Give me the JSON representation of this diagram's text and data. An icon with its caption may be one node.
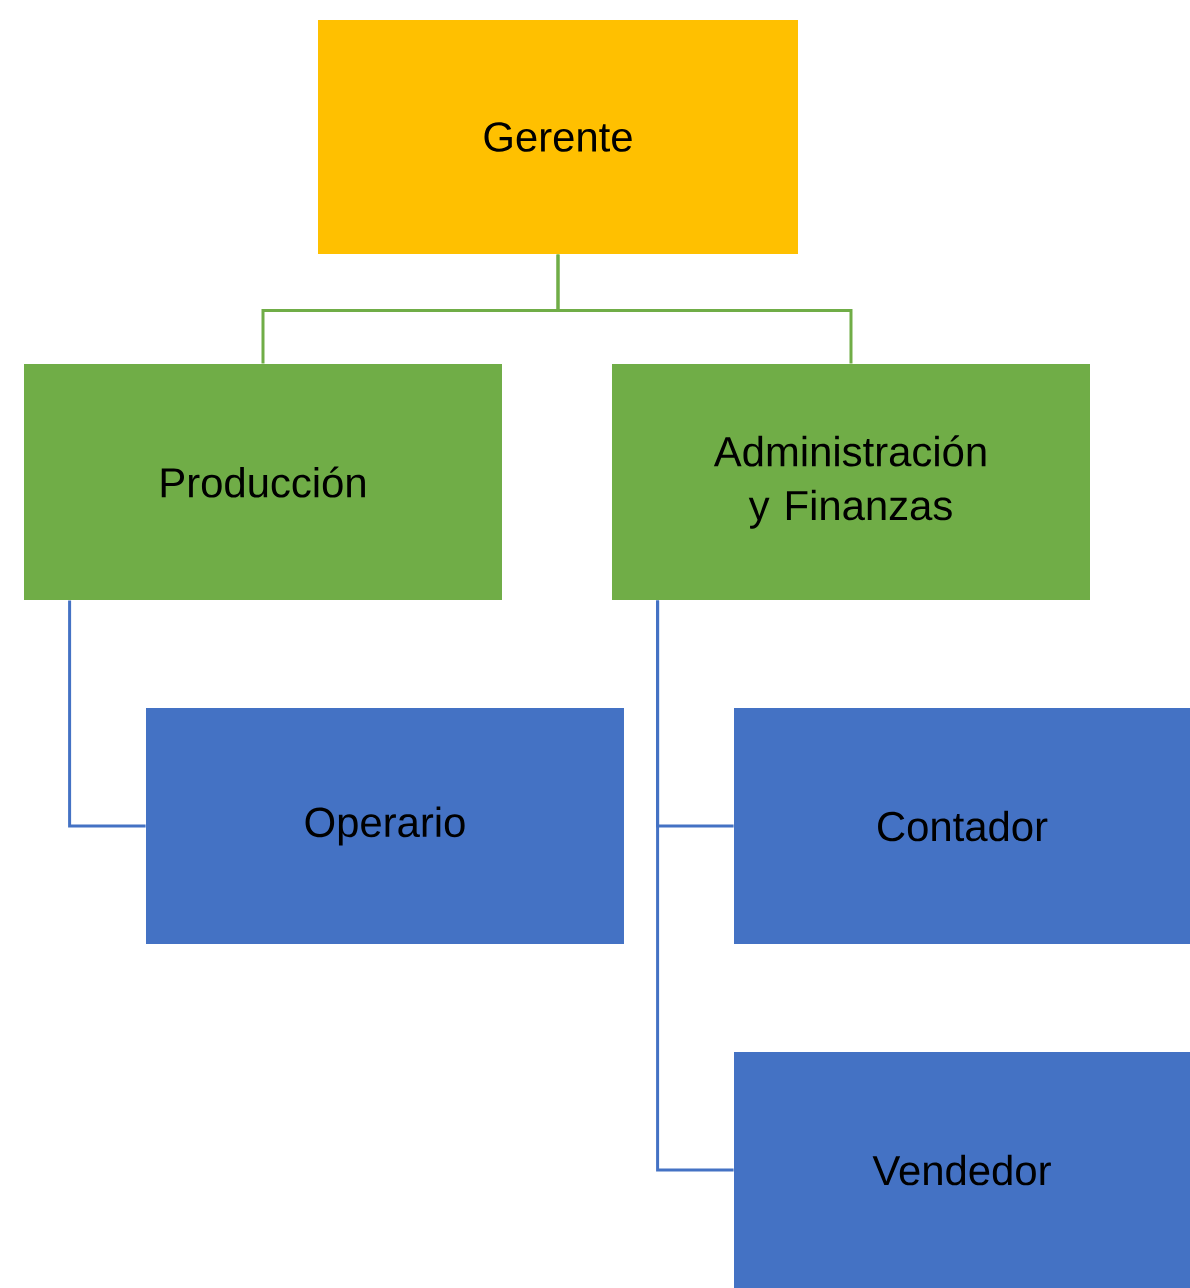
{
  "diagram": {
    "nodes": [
      {
        "text": [
          "Gerente"
        ]
      },
      {
        "text": [
          "Producción"
        ]
      },
      {
        "text": [
          "Administración y Finanzas"
        ]
      },
      {
        "text": [
          "Operario"
        ]
      },
      {
        "text": [
          "Contador"
        ]
      },
      {
        "text": [
          "Vendedor"
        ]
      }
    ],
    "edges": [
      {
        "from": 0,
        "to": 1,
        "arrow": "none",
        "color": "#70ad47"
      },
      {
        "from": 0,
        "to": 2,
        "arrow": "none",
        "color": "#70ad47"
      },
      {
        "from": 1,
        "to": 3,
        "arrow": "none",
        "color": "#4472c4"
      },
      {
        "from": 2,
        "to": 4,
        "arrow": "none",
        "color": "#4472c4"
      },
      {
        "from": 2,
        "to": 5,
        "arrow": "none",
        "color": "#4472c4"
      }
    ]
  }
}
